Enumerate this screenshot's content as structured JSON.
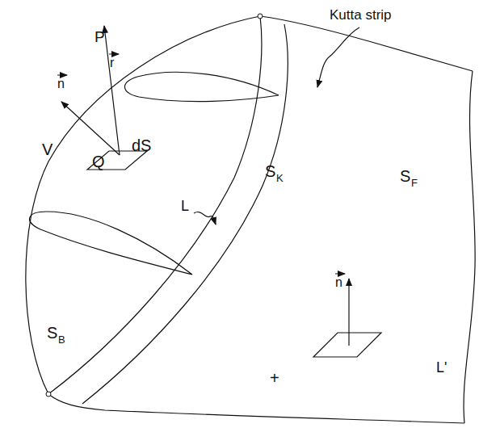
{
  "diagram": {
    "labels": [
      "Kutta strip",
      "P",
      "r",
      "n",
      "V",
      "Q",
      "dS",
      "S",
      "K",
      "S",
      "F",
      "L",
      "S",
      "B",
      "n",
      "L'",
      "+"
    ]
  }
}
